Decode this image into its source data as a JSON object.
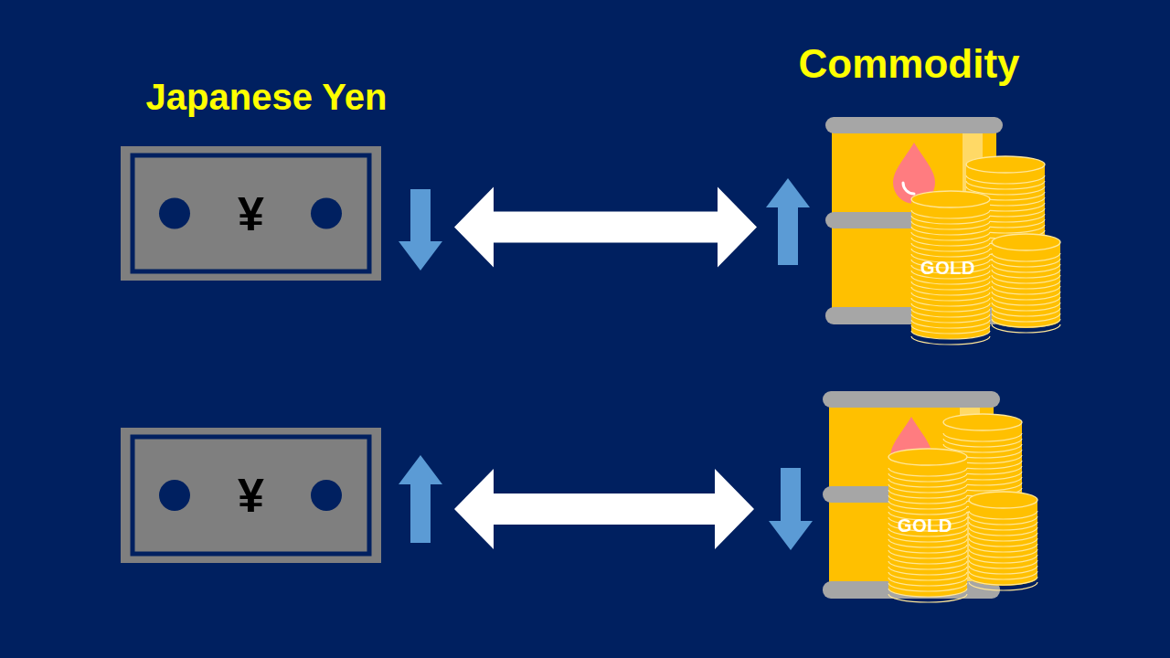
{
  "diagram": {
    "nodes": [
      {
        "text": [
          "Japanese Yen",
          "¥"
        ]
      },
      {
        "text": [
          "Commodity",
          "GOLD"
        ]
      },
      {
        "text": [
          "¥"
        ]
      },
      {
        "text": [
          "GOLD"
        ]
      }
    ],
    "edges": [
      {
        "from": 0,
        "to": 1,
        "arrow": "both"
      },
      {
        "from": 2,
        "to": 3,
        "arrow": "both"
      }
    ]
  }
}
